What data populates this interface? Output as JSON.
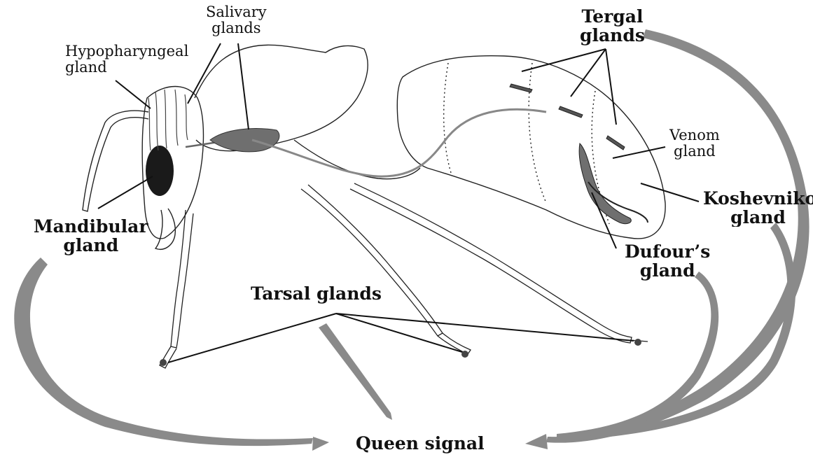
{
  "labels": {
    "salivary": "Salivary\nglands",
    "hypopharyngeal": "Hypopharyngeal\ngland",
    "mandibular": "Mandibular\ngland",
    "tergal": "Tergal\nglands",
    "venom": "Venom\ngland",
    "koshevnikov": "Koshevnikov\ngland",
    "dufours": "Dufour’s\ngland",
    "tarsal": "Tarsal glands",
    "queen_signal": "Queen signal"
  },
  "colors": {
    "arrow": "#8a8a8a",
    "outline": "#222222",
    "dark_gland": "#1a1a1a",
    "gland_fill": "#6f6f6f",
    "soft": "#9a9a9a"
  }
}
